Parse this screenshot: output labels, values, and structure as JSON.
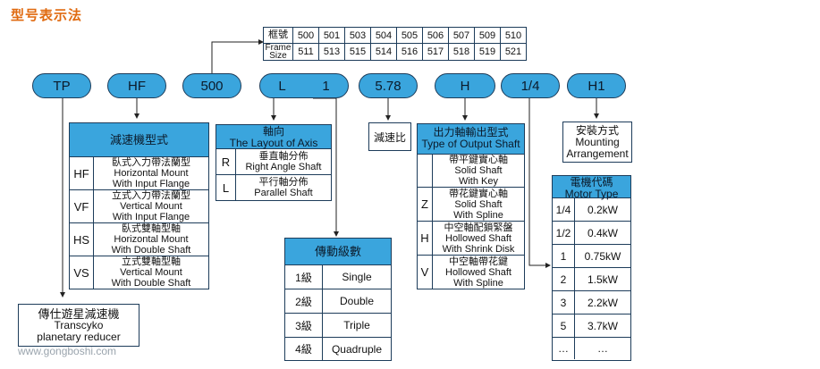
{
  "title": "型号表示法",
  "frame_table": {
    "header_label": "框號",
    "sub_label_line1": "Frame",
    "sub_label_line2": "Size",
    "frames": [
      "500",
      "501",
      "503",
      "504",
      "505",
      "506",
      "507",
      "509",
      "510"
    ],
    "sizes": [
      "511",
      "513",
      "515",
      "514",
      "516",
      "517",
      "518",
      "519",
      "521"
    ]
  },
  "code_parts": [
    "TP",
    "HF",
    "500",
    "L",
    "1",
    "5.78",
    "H",
    "1/4",
    "H1"
  ],
  "reducer_type": {
    "title": "減速機型式",
    "rows": [
      {
        "code": "HF",
        "zh": "臥式入力帶法蘭型",
        "en1": "Horizontal Mount",
        "en2": "With Input Flange"
      },
      {
        "code": "VF",
        "zh": "立式入力帶法蘭型",
        "en1": "Vertical Mount",
        "en2": "With Input Flange"
      },
      {
        "code": "HS",
        "zh": "臥式雙軸型軸",
        "en1": "Horizontal Mount",
        "en2": "With Double Shaft"
      },
      {
        "code": "VS",
        "zh": "立式雙軸型軸",
        "en1": "Vertical Mount",
        "en2": "With Double Shaft"
      }
    ]
  },
  "axis_layout": {
    "title_zh": "軸向",
    "title_en": "The Layout of Axis",
    "rows": [
      {
        "code": "R",
        "zh": "垂直軸分佈",
        "en": "Right Angle Shaft"
      },
      {
        "code": "L",
        "zh": "平行軸分佈",
        "en": "Parallel Shaft"
      }
    ]
  },
  "transmission_stages": {
    "title": "傳動級數",
    "rows": [
      {
        "code": "1級",
        "label": "Single"
      },
      {
        "code": "2級",
        "label": "Double"
      },
      {
        "code": "3級",
        "label": "Triple"
      },
      {
        "code": "4級",
        "label": "Quadruple"
      }
    ]
  },
  "ratio_label": "減速比",
  "output_shaft": {
    "title_zh": "出力軸輸出型式",
    "title_en": "Type of Output Shaft",
    "rows": [
      {
        "code": "",
        "zh": "帶平鍵實心軸",
        "en1": "Solid Shaft",
        "en2": "With Key"
      },
      {
        "code": "Z",
        "zh": "帶花鍵實心軸",
        "en1": "Solid Shaft",
        "en2": "With Spline"
      },
      {
        "code": "H",
        "zh": "中空軸配鎖緊盤",
        "en1": "Hollowed Shaft",
        "en2": "With Shrink Disk"
      },
      {
        "code": "V",
        "zh": "中空軸帶花鍵",
        "en1": "Hollowed Shaft",
        "en2": "With Spline"
      }
    ]
  },
  "mounting": {
    "zh": "安裝方式",
    "en1": "Mounting",
    "en2": "Arrangement"
  },
  "motor_type": {
    "title_zh": "電機代碼",
    "title_en": "Motor Type",
    "rows": [
      {
        "code": "1/4",
        "label": "0.2kW"
      },
      {
        "code": "1/2",
        "label": "0.4kW"
      },
      {
        "code": "1",
        "label": "0.75kW"
      },
      {
        "code": "2",
        "label": "1.5kW"
      },
      {
        "code": "3",
        "label": "2.2kW"
      },
      {
        "code": "5",
        "label": "3.7kW"
      },
      {
        "code": "…",
        "label": "…"
      }
    ]
  },
  "brand_box": {
    "zh": "傳仕遊星減速機",
    "en1": "Transcyko",
    "en2": "planetary reducer"
  },
  "watermark": "www.gongboshi.com"
}
